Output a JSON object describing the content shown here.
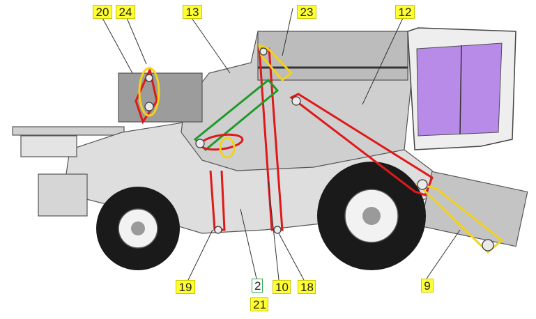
{
  "callouts": {
    "c20": "20",
    "c24": "24",
    "c13": "13",
    "c23": "23",
    "c12": "12",
    "c19": "19",
    "c2": "2",
    "c21": "21",
    "c10": "10",
    "c18": "18",
    "c9": "9"
  },
  "colors": {
    "belt_red": "#e01818",
    "belt_green": "#1f9a2a",
    "belt_yellow": "#f2d21a",
    "cab_glass": "#b07ae8",
    "label_bg": "#ffff33",
    "tire": "#1a1a1a",
    "hull": "#d9d9d9"
  }
}
